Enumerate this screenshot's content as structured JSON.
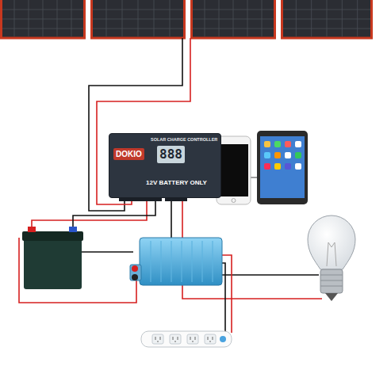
{
  "diagram": {
    "nodes": [
      {
        "text": [
          "SOLAR CHARGE CONTROLLER",
          "DOKIO",
          "888",
          "12V BATTERY ONLY"
        ]
      }
    ]
  }
}
